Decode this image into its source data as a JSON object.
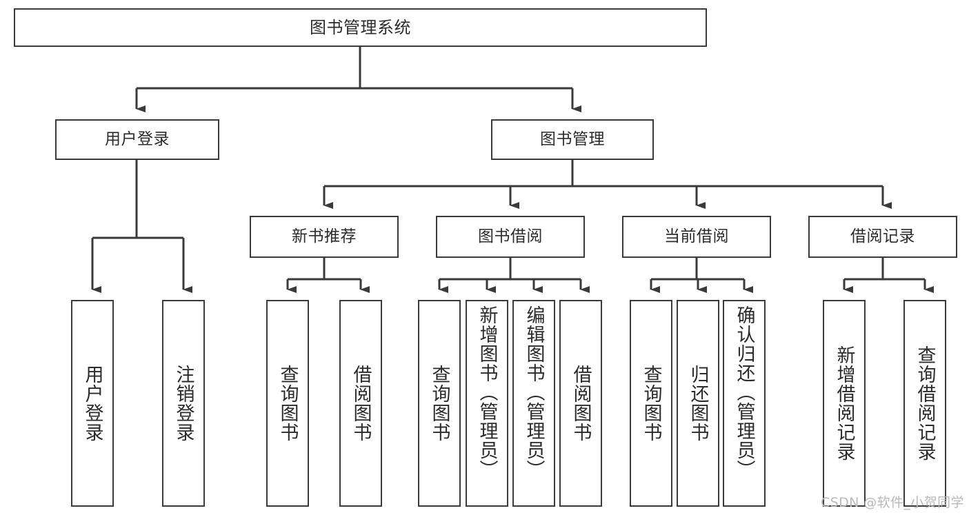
{
  "diagram": {
    "type": "tree-hierarchy",
    "title": "图书管理系统",
    "colors": {
      "stroke": "#3a3a3a",
      "fill": "#ffffff",
      "text": "#2b2b2b",
      "watermark": "#b9b9b9"
    },
    "nodes": {
      "root": {
        "label": "图书管理系统"
      },
      "level1": [
        {
          "label": "用户登录"
        },
        {
          "label": "图书管理"
        }
      ],
      "level2": [
        {
          "label": "新书推荐"
        },
        {
          "label": "图书借阅"
        },
        {
          "label": "当前借阅"
        },
        {
          "label": "借阅记录"
        }
      ],
      "leaves": {
        "user_login": [
          {
            "label": "用户登录"
          },
          {
            "label": "注销登录"
          }
        ],
        "new_book": [
          {
            "label": "查询图书"
          },
          {
            "label": "借阅图书"
          }
        ],
        "borrow_book": [
          {
            "label": "查询图书"
          },
          {
            "label": "新增图书（管理员）"
          },
          {
            "label": "编辑图书（管理员）"
          },
          {
            "label": "借阅图书"
          }
        ],
        "current_borrow": [
          {
            "label": "查询图书"
          },
          {
            "label": "归还图书"
          },
          {
            "label": "确认归还（管理员）"
          }
        ],
        "borrow_record": [
          {
            "label": "新增借阅记录"
          },
          {
            "label": "查询借阅记录"
          }
        ]
      }
    },
    "watermark": "CSDN @软件_小贺同学"
  }
}
